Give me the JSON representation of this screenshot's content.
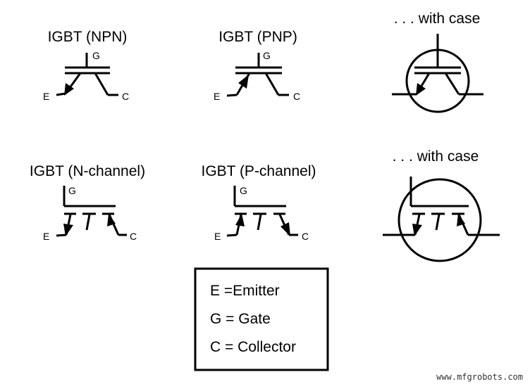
{
  "symbols": {
    "npn": {
      "title": "IGBT (NPN)",
      "gate": "G",
      "emitter": "E",
      "collector": "C"
    },
    "pnp": {
      "title": "IGBT (PNP)",
      "gate": "G",
      "emitter": "E",
      "collector": "C"
    },
    "case_top": {
      "title": ". . . with case"
    },
    "nchannel": {
      "title": "IGBT (N-channel)",
      "gate": "G",
      "emitter": "E",
      "collector": "C"
    },
    "pchannel": {
      "title": "IGBT (P-channel)",
      "gate": "G",
      "emitter": "E",
      "collector": "C"
    },
    "case_bottom": {
      "title": ". . . with case"
    }
  },
  "legend": {
    "items": [
      "E =Emitter",
      "G = Gate",
      "C = Collector"
    ]
  },
  "watermark": "www.mfgrobots.com"
}
